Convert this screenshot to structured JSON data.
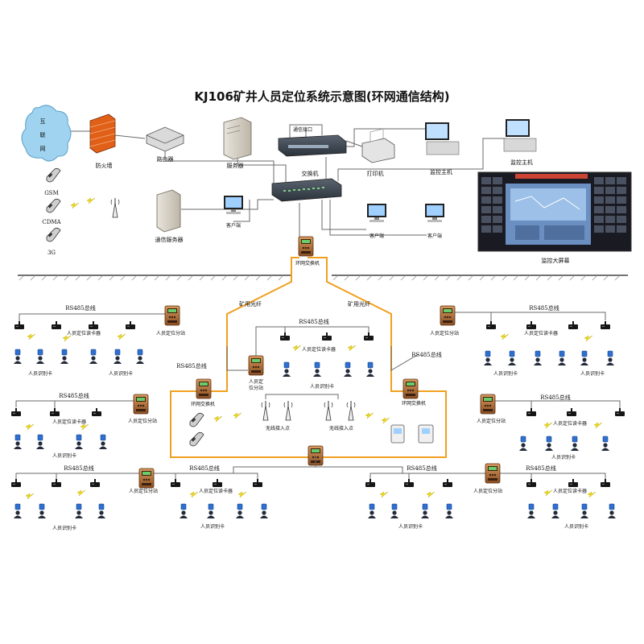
{
  "title": "KJ106矿井人员定位系统示意图(环网通信结构)",
  "cloud_text": [
    "互",
    "联",
    "网"
  ],
  "labels": {
    "firewall": "防火墙",
    "router": "路由器",
    "server": "服务器",
    "comm_port": "通信接口",
    "switch": "交换机",
    "printer": "打印机",
    "monitor_host_1": "监控主机",
    "monitor_host_2": "监控主机",
    "gsm": "GSM",
    "cdma": "CDMA",
    "g3": "3G",
    "comm_server": "通信服务器",
    "client_1": "客户端",
    "client_2": "客户端",
    "client_3": "客户端",
    "big_screen": "监控大屏幕",
    "ring_switch_top": "环网交换机",
    "ring_switch_left": "环网交换机",
    "ring_switch_right": "环网交换机",
    "fiber_left": "矿用光纤",
    "fiber_right": "矿用光纤",
    "rs485_top_center": "RS485总线",
    "rs485_left_1": "RS485总线",
    "rs485_center_left": "RS485总线",
    "rs485_right_1": "RS485总线",
    "rs485_right_center": "RS485总线",
    "rs485_left_2": "RS485总线",
    "rs485_right_2": "RS485总线",
    "rs485_bottom_1": "RS485总线",
    "rs485_bottom_2": "RS485总线",
    "rs485_bottom_3": "RS485总线",
    "rs485_bottom_4": "RS485总线",
    "substation_1": "人员定位分站",
    "substation_center": "人员定\n位分站",
    "substation_right_1": "人员定位分站",
    "substation_left_2": "人员定位分站",
    "substation_right_2": "人员定位分站",
    "substation_bottom_1": "人员定位分站",
    "substation_bottom_2": "人员定位分站",
    "reader_1": "人员定位读卡器",
    "reader_center": "人员定位读卡器",
    "reader_right_1": "人员定位读卡器",
    "reader_left_2": "人员定位读卡器",
    "reader_right_2": "人员定位读卡器",
    "reader_bottom_1": "人员定位读卡器",
    "reader_bottom_2": "人员定位读卡器",
    "card_1a": "人员识别卡",
    "card_1b": "人员识别卡",
    "card_center": "人员识别卡",
    "card_right_1a": "人员识别卡",
    "card_right_1b": "人员识别卡",
    "card_left_2": "人员识别卡",
    "card_right_2": "人员识别卡",
    "card_bottom_1": "人员识别卡",
    "card_bottom_2": "人员识别卡",
    "card_bottom_3": "人员识别卡",
    "card_bottom_4": "人员识别卡",
    "wap_1": "无线接入点",
    "wap_2": "无线接入点"
  },
  "colors": {
    "fiber": "#f0a020",
    "cloud": "#9fd3f0",
    "firewall": "#e06018",
    "device": "#1a1a1a",
    "card": "#2f6fd0",
    "person": "#222a3a",
    "substation": "#b8723a"
  },
  "icons": [
    "cloud-icon",
    "firewall-icon",
    "router-icon",
    "server-icon",
    "switch-icon",
    "printer-icon",
    "monitor-host-icon",
    "phone-icon",
    "antenna-icon",
    "client-pc-icon",
    "big-screen-icon",
    "ring-switch-icon",
    "substation-icon",
    "reader-icon",
    "id-card-icon",
    "wireless-ap-icon",
    "signal-bolt-icon"
  ]
}
